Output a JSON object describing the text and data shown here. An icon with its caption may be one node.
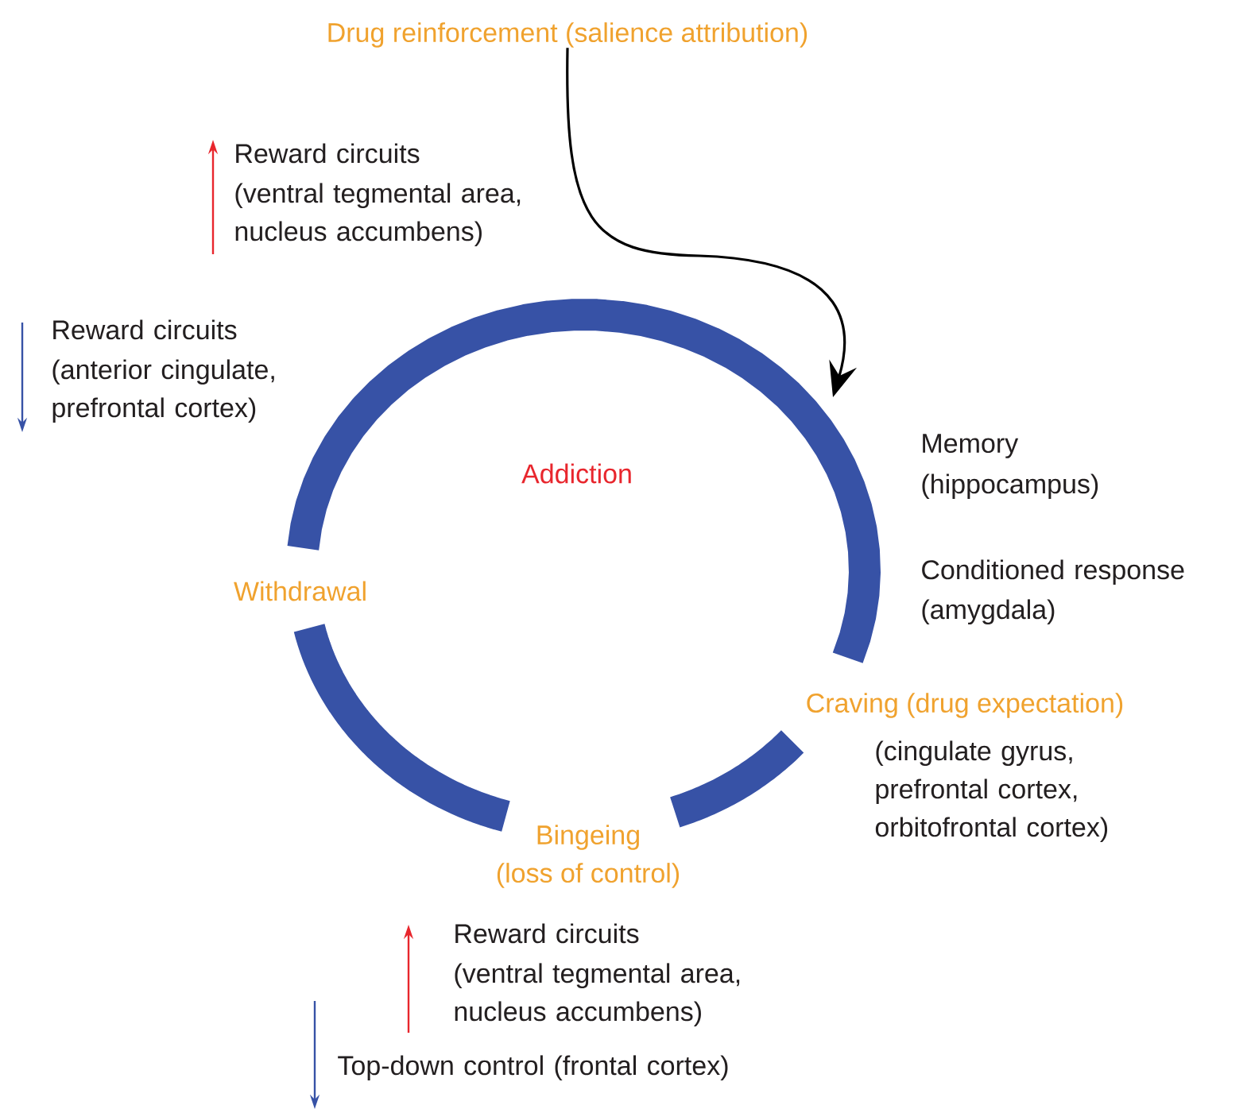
{
  "diagram": {
    "nodes": [
      {
        "text": [
          "Drug reinforcement (salience attribution)"
        ]
      },
      {
        "text": [
          "Withdrawal"
        ]
      },
      {
        "text": [
          "Craving (drug expectation)"
        ],
        "beside": [
          "(cingulate gyrus, prefrontal cortex, orbitofrontal cortex)"
        ]
      },
      {
        "text": [
          "Bingeing",
          "(loss of control)"
        ]
      }
    ],
    "edges": [
      {
        "from": 0,
        "to": null,
        "arrow": "to",
        "color": "#000000"
      },
      {
        "from": 1,
        "to": 2,
        "arrow": "none"
      },
      {
        "from": 2,
        "to": 3,
        "arrow": "none"
      },
      {
        "from": 3,
        "to": 1,
        "arrow": "none"
      }
    ],
    "labels": [
      "Reward circuits",
      "(ventral tegmental area, nucleus accumbens)",
      "Reward circuits",
      "(anterior cingulate, prefrontal cortex)",
      "Addiction",
      "Memory",
      "(hippocampus)",
      "Conditioned response",
      "(amygdala)",
      "Reward circuits",
      "(ventral tegmental area, nucleus accumbens)",
      "Top-down control (frontal cortex)"
    ]
  }
}
